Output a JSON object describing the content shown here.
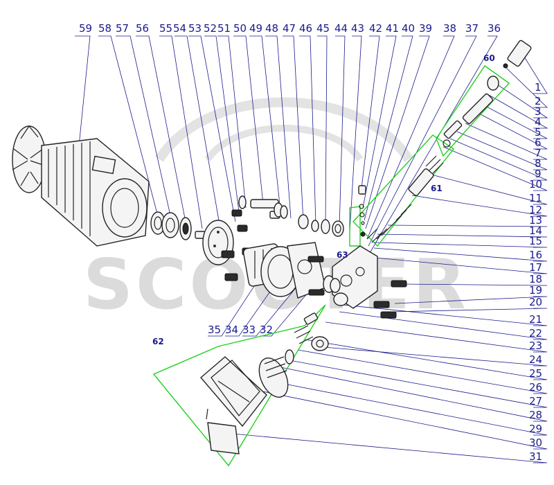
{
  "watermark": "SCOOTER",
  "callouts_top": [
    "59",
    "58",
    "57",
    "56",
    "55",
    "54",
    "53",
    "52",
    "51",
    "50",
    "49",
    "48",
    "47",
    "46",
    "45",
    "44",
    "43",
    "42",
    "41",
    "40",
    "39",
    "38",
    "37",
    "36"
  ],
  "callouts_right": [
    "1",
    "2",
    "3",
    "4",
    "5",
    "6",
    "7",
    "8",
    "9",
    "10",
    "11",
    "12",
    "13",
    "14",
    "15",
    "16",
    "17",
    "18",
    "19",
    "20",
    "21",
    "22",
    "23",
    "24",
    "25",
    "26",
    "27",
    "28",
    "29",
    "30",
    "31"
  ],
  "callouts_bottom": [
    "35",
    "34",
    "33",
    "32"
  ],
  "group_labels": {
    "g60": "60",
    "g61": "61",
    "g62": "62",
    "g63": "63"
  },
  "colors": {
    "callout": "#1a1a8c",
    "group_outline": "#1fd01f",
    "watermark": "#d8d8d8"
  }
}
